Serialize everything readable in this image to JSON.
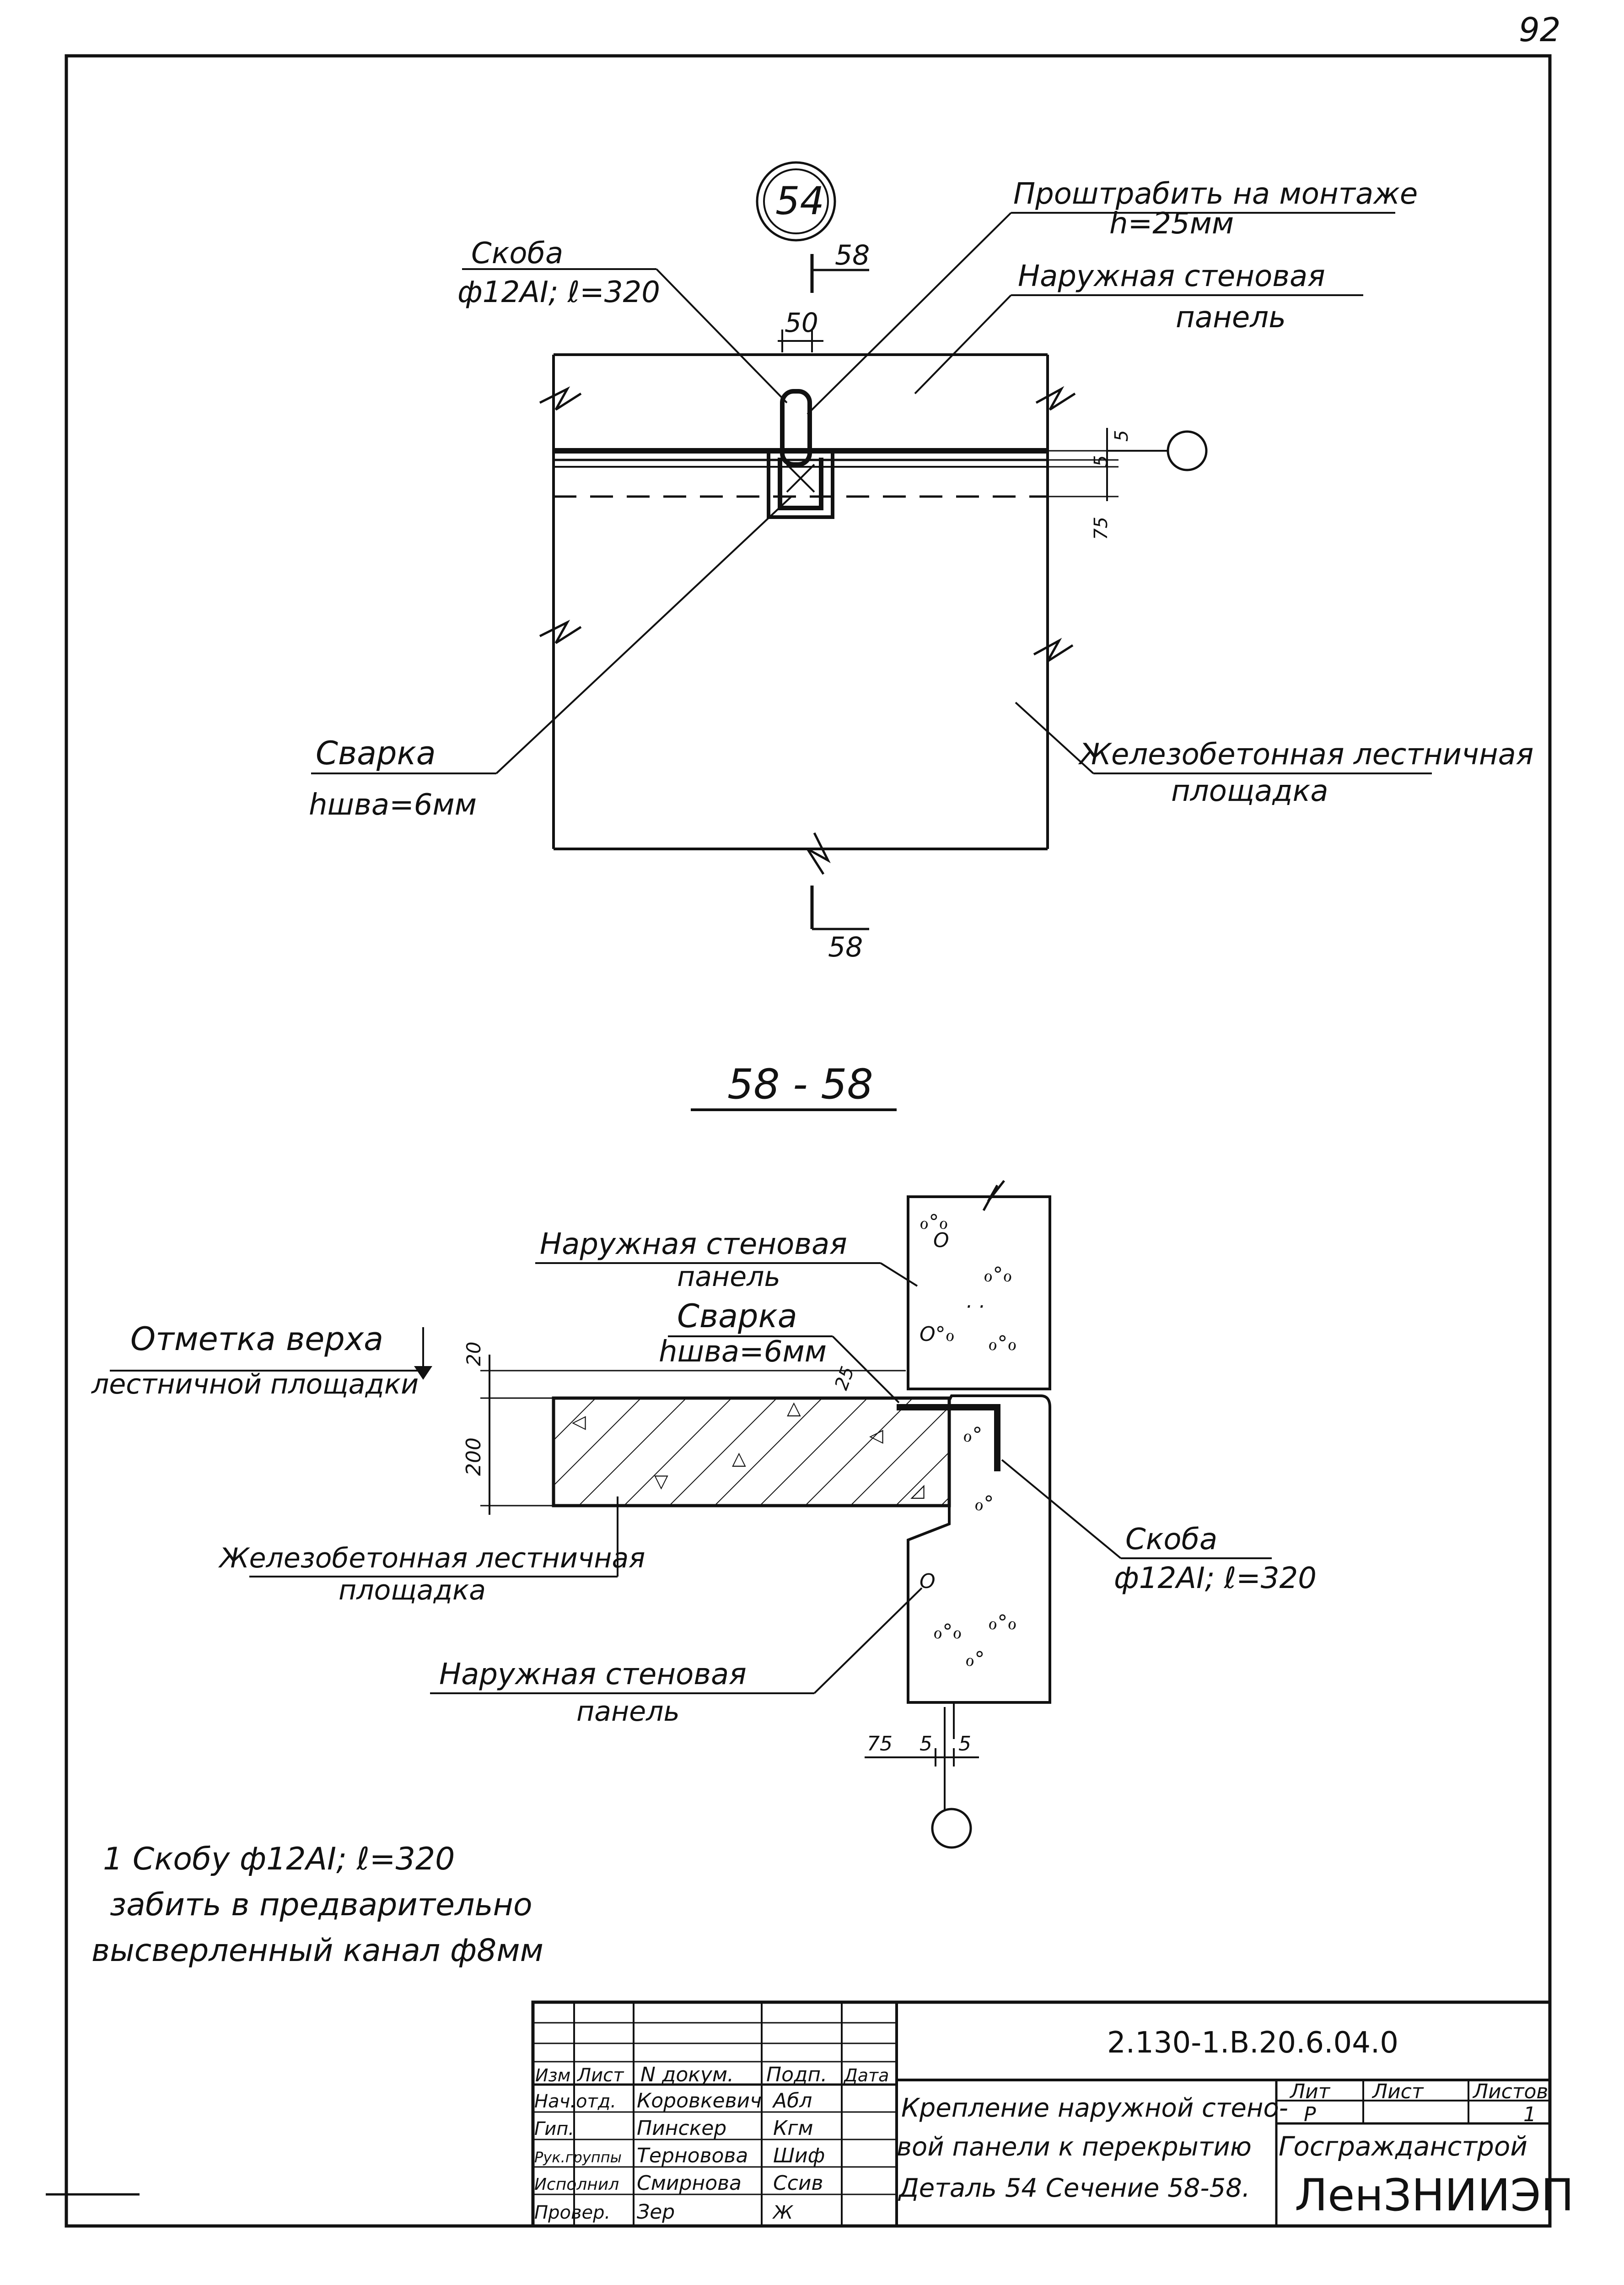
{
  "sheet_number": "92",
  "plan_view": {
    "detail_mark": "54",
    "section_mark": "58",
    "bracket_callout": [
      "Скоба",
      "ф12AI; ℓ=320"
    ],
    "groove_callout": [
      "Проштрабить на монтаже",
      "h=25мм"
    ],
    "wall_panel_callout": [
      "Наружная стеновая",
      "панель"
    ],
    "weld_callout": [
      "Сварка",
      "hшва=6мм"
    ],
    "slab_callout": [
      "Железобетонная лестничная",
      "площадка"
    ],
    "dimensions": {
      "width": "50",
      "d5a": "5",
      "d5b": "5",
      "d75": "75"
    }
  },
  "section_view": {
    "title": "58 - 58",
    "wall_panel_callout_top": [
      "Наружная стеновая",
      "панель"
    ],
    "weld_callout": [
      "Сварка",
      "hшва=6мм"
    ],
    "level_callout": [
      "Отметка верха",
      "лестничной площадки"
    ],
    "slab_callout": [
      "Железобетонная лестничная",
      "площадка"
    ],
    "bracket_callout": [
      "Скоба",
      "ф12AI; ℓ=320"
    ],
    "wall_panel_callout_bottom": [
      "Наружная стеновая",
      "панель"
    ],
    "dimensions": {
      "d20": "20",
      "d200": "200",
      "d25": "25",
      "d75": "75",
      "d5a": "5",
      "d5b": "5"
    }
  },
  "note": [
    "1 Скобу ф12AI; ℓ=320",
    "забить в предварительно",
    "высверленный канал ф8мм"
  ],
  "title_block": {
    "code": "2.130-1.В.20.6.04.0",
    "headers": [
      "Изм",
      "Лист",
      "N докум.",
      "Подп.",
      "Дата"
    ],
    "roles": [
      {
        "role": "Нач.отд.",
        "name": "Коровкевич",
        "sign": "Абл"
      },
      {
        "role": "Гип.",
        "name": "Пинскер",
        "sign": "Кгм"
      },
      {
        "role": "Рук.группы",
        "name": "Терновова",
        "sign": "Шиф"
      },
      {
        "role": "Исполнил",
        "name": "Смирнова",
        "sign": "Ссив"
      },
      {
        "role": "Провер.",
        "name": "Зер",
        "sign": "Ж"
      }
    ],
    "description": [
      "Крепление наружной стено-",
      "вой панели к перекрытию",
      "Деталь 54 Сечение 58-58."
    ],
    "stage_header": "Лит",
    "sheet_header": "Лист",
    "sheets_header": "Листов",
    "stage": "Р",
    "sheet": "",
    "sheets": "1",
    "org_line1": "Госгражданстрой",
    "org_line2": "ЛенЗНИИЭП"
  }
}
